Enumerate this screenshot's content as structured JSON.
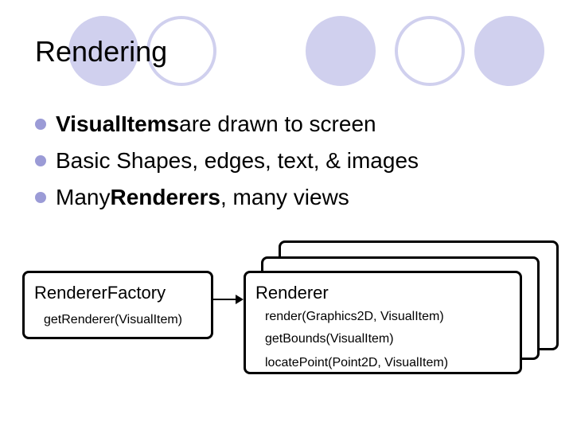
{
  "slide": {
    "title": "Rendering",
    "bullets": [
      {
        "parts": [
          {
            "text": "VisualItems",
            "bold": true
          },
          {
            "text": " are drawn to screen",
            "bold": false
          }
        ]
      },
      {
        "parts": [
          {
            "text": "Basic Shapes, edges, text, & images",
            "bold": false
          }
        ]
      },
      {
        "parts": [
          {
            "text": "Many ",
            "bold": false
          },
          {
            "text": "Renderers",
            "bold": true
          },
          {
            "text": ", many views",
            "bold": false
          }
        ]
      }
    ]
  },
  "diagram": {
    "factory": {
      "title": "RendererFactory",
      "method": "getRenderer(VisualItem)"
    },
    "renderer": {
      "title": "Renderer",
      "methods": [
        "render(Graphics2D, VisualItem)",
        "getBounds(VisualItem)",
        "locatePoint(Point2D, VisualItem)"
      ]
    }
  },
  "colors": {
    "accent": "#d0d0ee",
    "bullet": "#9b9bd6"
  }
}
